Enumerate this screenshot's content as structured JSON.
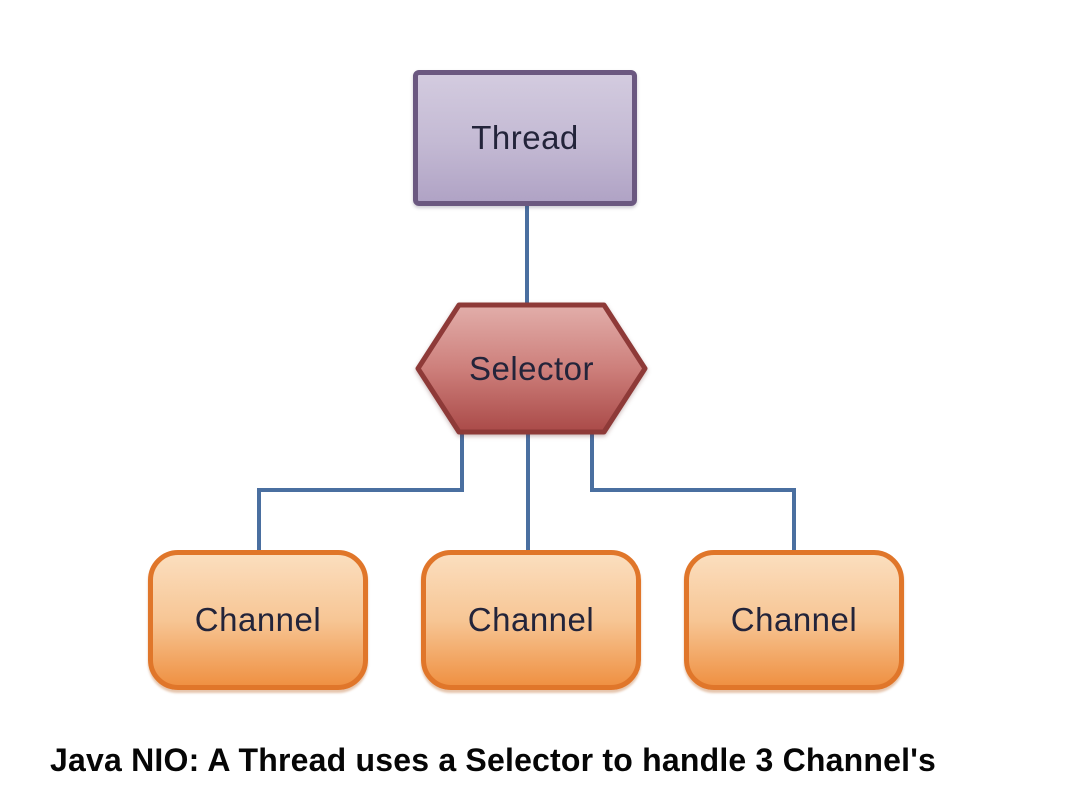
{
  "diagram": {
    "title": "Java NIO: A Thread uses a Selector to handle 3 Channel's",
    "nodes": {
      "thread": {
        "label": "Thread",
        "shape": "rectangle"
      },
      "selector": {
        "label": "Selector",
        "shape": "hexagon"
      },
      "channels": [
        {
          "label": "Channel"
        },
        {
          "label": "Channel"
        },
        {
          "label": "Channel"
        }
      ]
    },
    "edges": [
      {
        "from": "thread",
        "to": "selector"
      },
      {
        "from": "selector",
        "to": "channel-1"
      },
      {
        "from": "selector",
        "to": "channel-2"
      },
      {
        "from": "selector",
        "to": "channel-3"
      }
    ],
    "colors": {
      "thread_fill_top": "#d3cbdf",
      "thread_fill_bottom": "#b0a3c5",
      "thread_border": "#6b5880",
      "selector_fill_top": "#e2aeaa",
      "selector_fill_bottom": "#aa4a48",
      "selector_border": "#8e3a38",
      "channel_fill_top": "#fbdebe",
      "channel_fill_bottom": "#ef9143",
      "channel_border": "#e0762a",
      "connector": "#4a6fa0",
      "node_text": "#23243a",
      "caption_text": "#060606",
      "background": "#ffffff"
    }
  }
}
